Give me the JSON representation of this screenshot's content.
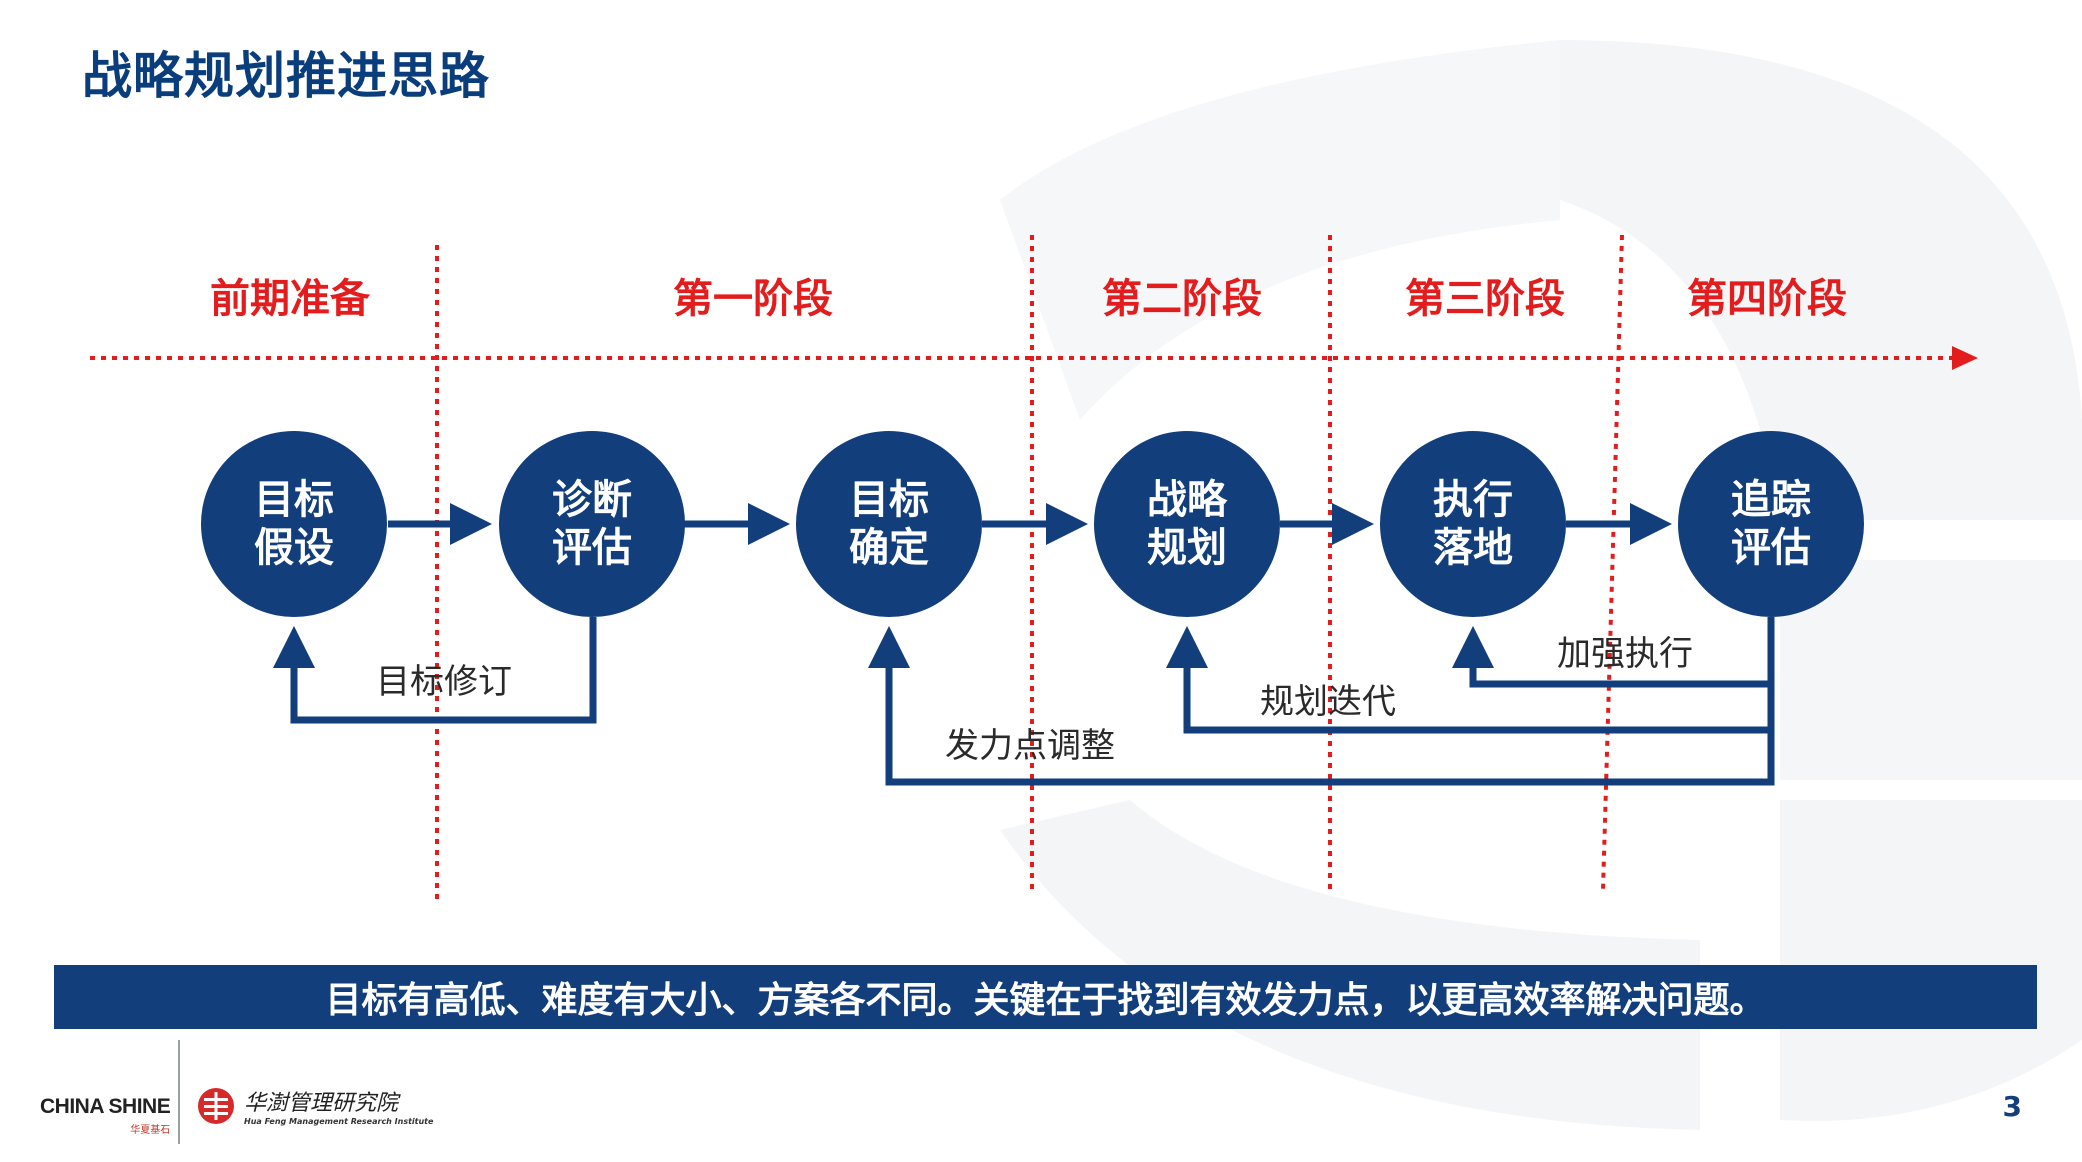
{
  "title": "战略规划推进思路",
  "phases": [
    "前期准备",
    "第一阶段",
    "第二阶段",
    "第三阶段",
    "第四阶段"
  ],
  "nodes": [
    [
      "目标",
      "假设"
    ],
    [
      "诊断",
      "评估"
    ],
    [
      "目标",
      "确定"
    ],
    [
      "战略",
      "规划"
    ],
    [
      "执行",
      "落地"
    ],
    [
      "追踪",
      "评估"
    ]
  ],
  "feedback": {
    "goal_revision": "目标修订",
    "force_adjust": "发力点调整",
    "plan_iteration": "规划迭代",
    "strengthen_exec": "加强执行"
  },
  "banner": "目标有高低、难度有大小、方案各不同。关键在于找到有效发力点，以更高效率解决问题。",
  "footer": {
    "china_shine": "CHINA SHINE",
    "china_shine_cn": "华夏基石",
    "institute_cn": "华澍管理研究院",
    "institute_en": "Hua Feng Management Research Institute"
  },
  "page_number": "3",
  "colors": {
    "navy": "#123e7c",
    "red": "#e31d1d"
  }
}
